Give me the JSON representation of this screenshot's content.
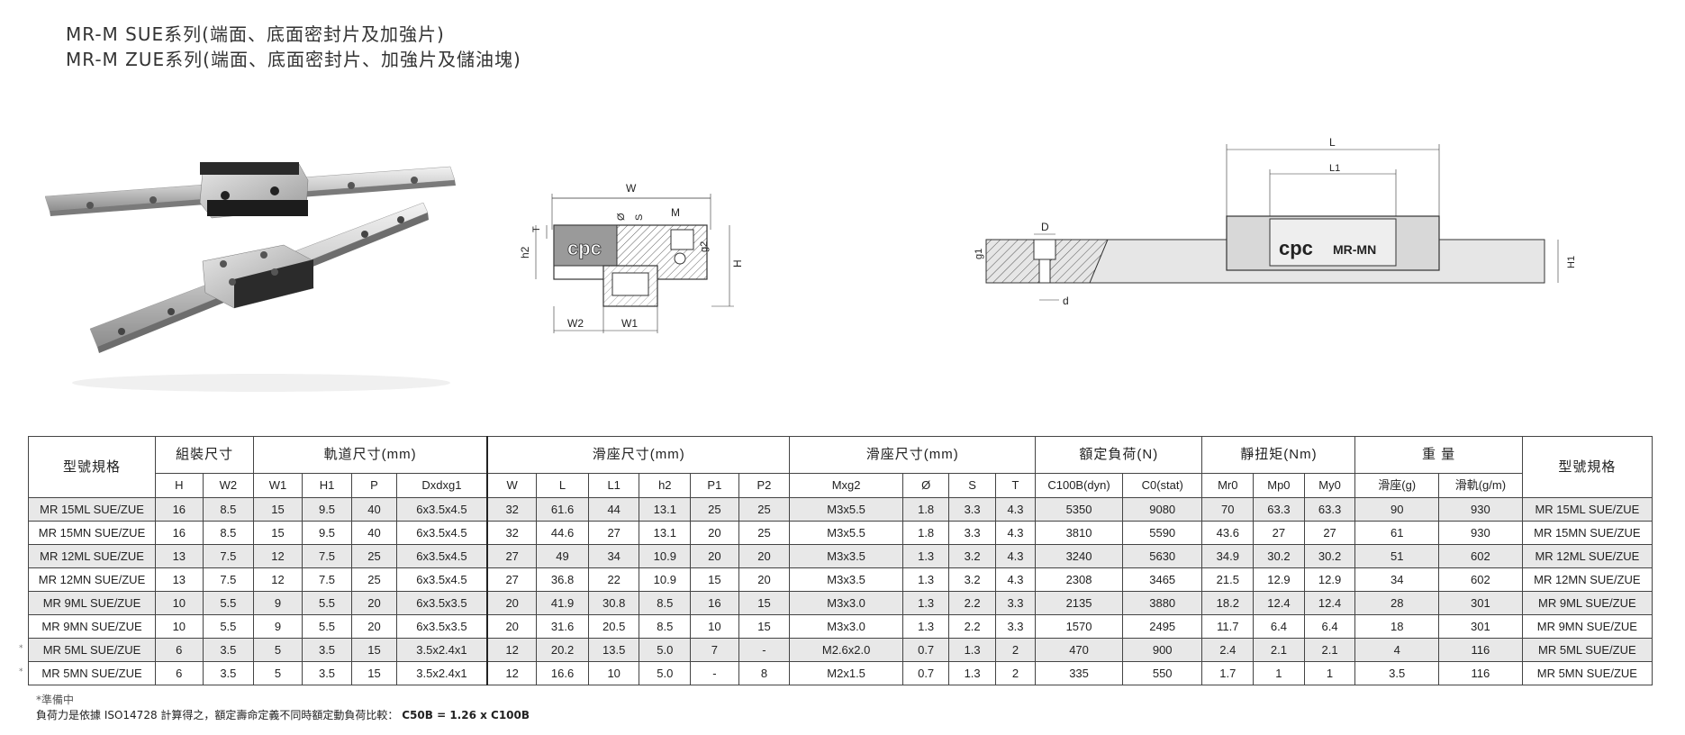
{
  "titles": {
    "line1": "MR-M SUE系列(端面、底面密封片及加強片)",
    "line2": "MR-M ZUE系列(端面、底面密封片、加強片及儲油塊)"
  },
  "xsection_labels": {
    "W": "W",
    "M": "M",
    "phi": "Ø",
    "S": "S",
    "T": "T",
    "h2": "h2",
    "g2": "g2",
    "H": "H",
    "W2": "W2",
    "W1": "W1",
    "brand": "cpc"
  },
  "side_labels": {
    "L": "L",
    "L1": "L1",
    "D": "D",
    "d": "d",
    "g1": "g1",
    "H1": "H1",
    "brand": "cpc",
    "model": "MR-MN"
  },
  "table": {
    "group_headers": {
      "model": "型號規格",
      "assembly": "組裝尺寸",
      "rail": "軌道尺寸(mm)",
      "block": "滑座尺寸(mm)",
      "block2": "滑座尺寸(mm)",
      "load": "額定負荷(N)",
      "moment": "靜扭矩(Nm)",
      "weight": "重 量",
      "model_right": "型號規格"
    },
    "sub_headers": [
      "H",
      "W2",
      "W1",
      "H1",
      "P",
      "Dxdxg1",
      "W",
      "L",
      "L1",
      "h2",
      "P1",
      "P2",
      "Mxg2",
      "Ø",
      "S",
      "T",
      "C100B(dyn)",
      "C0(stat)",
      "Mr0",
      "Mp0",
      "My0",
      "滑座(g)",
      "滑軌(g/m)"
    ],
    "rows": [
      {
        "model": "MR 15ML SUE/ZUE",
        "cells": [
          "16",
          "8.5",
          "15",
          "9.5",
          "40",
          "6x3.5x4.5",
          "32",
          "61.6",
          "44",
          "13.1",
          "25",
          "25",
          "M3x5.5",
          "1.8",
          "3.3",
          "4.3",
          "5350",
          "9080",
          "70",
          "63.3",
          "63.3",
          "90",
          "930"
        ],
        "model_r": "MR 15ML SUE/ZUE",
        "mark": ""
      },
      {
        "model": "MR 15MN SUE/ZUE",
        "cells": [
          "16",
          "8.5",
          "15",
          "9.5",
          "40",
          "6x3.5x4.5",
          "32",
          "44.6",
          "27",
          "13.1",
          "20",
          "25",
          "M3x5.5",
          "1.8",
          "3.3",
          "4.3",
          "3810",
          "5590",
          "43.6",
          "27",
          "27",
          "61",
          "930"
        ],
        "model_r": "MR 15MN SUE/ZUE",
        "mark": ""
      },
      {
        "model": "MR 12ML SUE/ZUE",
        "cells": [
          "13",
          "7.5",
          "12",
          "7.5",
          "25",
          "6x3.5x4.5",
          "27",
          "49",
          "34",
          "10.9",
          "20",
          "20",
          "M3x3.5",
          "1.3",
          "3.2",
          "4.3",
          "3240",
          "5630",
          "34.9",
          "30.2",
          "30.2",
          "51",
          "602"
        ],
        "model_r": "MR 12ML SUE/ZUE",
        "mark": ""
      },
      {
        "model": "MR 12MN SUE/ZUE",
        "cells": [
          "13",
          "7.5",
          "12",
          "7.5",
          "25",
          "6x3.5x4.5",
          "27",
          "36.8",
          "22",
          "10.9",
          "15",
          "20",
          "M3x3.5",
          "1.3",
          "3.2",
          "4.3",
          "2308",
          "3465",
          "21.5",
          "12.9",
          "12.9",
          "34",
          "602"
        ],
        "model_r": "MR 12MN SUE/ZUE",
        "mark": ""
      },
      {
        "model": "MR 9ML SUE/ZUE",
        "cells": [
          "10",
          "5.5",
          "9",
          "5.5",
          "20",
          "6x3.5x3.5",
          "20",
          "41.9",
          "30.8",
          "8.5",
          "16",
          "15",
          "M3x3.0",
          "1.3",
          "2.2",
          "3.3",
          "2135",
          "3880",
          "18.2",
          "12.4",
          "12.4",
          "28",
          "301"
        ],
        "model_r": "MR 9ML SUE/ZUE",
        "mark": ""
      },
      {
        "model": "MR 9MN SUE/ZUE",
        "cells": [
          "10",
          "5.5",
          "9",
          "5.5",
          "20",
          "6x3.5x3.5",
          "20",
          "31.6",
          "20.5",
          "8.5",
          "10",
          "15",
          "M3x3.0",
          "1.3",
          "2.2",
          "3.3",
          "1570",
          "2495",
          "11.7",
          "6.4",
          "6.4",
          "18",
          "301"
        ],
        "model_r": "MR 9MN SUE/ZUE",
        "mark": ""
      },
      {
        "model": "MR 5ML SUE/ZUE",
        "cells": [
          "6",
          "3.5",
          "5",
          "3.5",
          "15",
          "3.5x2.4x1",
          "12",
          "20.2",
          "13.5",
          "5.0",
          "7",
          "-",
          "M2.6x2.0",
          "0.7",
          "1.3",
          "2",
          "470",
          "900",
          "2.4",
          "2.1",
          "2.1",
          "4",
          "116"
        ],
        "model_r": "MR 5ML SUE/ZUE",
        "mark": "*"
      },
      {
        "model": "MR 5MN SUE/ZUE",
        "cells": [
          "6",
          "3.5",
          "5",
          "3.5",
          "15",
          "3.5x2.4x1",
          "12",
          "16.6",
          "10",
          "5.0",
          "-",
          "8",
          "M2x1.5",
          "0.7",
          "1.3",
          "2",
          "335",
          "550",
          "1.7",
          "1",
          "1",
          "3.5",
          "116"
        ],
        "model_r": "MR 5MN SUE/ZUE",
        "mark": "*"
      }
    ]
  },
  "notes": {
    "prep": "*準備中",
    "text": "負荷力是依據 ISO14728 計算得之，額定壽命定義不同時額定動負荷比較：",
    "formula": "C50B = 1.26 x C100B"
  }
}
